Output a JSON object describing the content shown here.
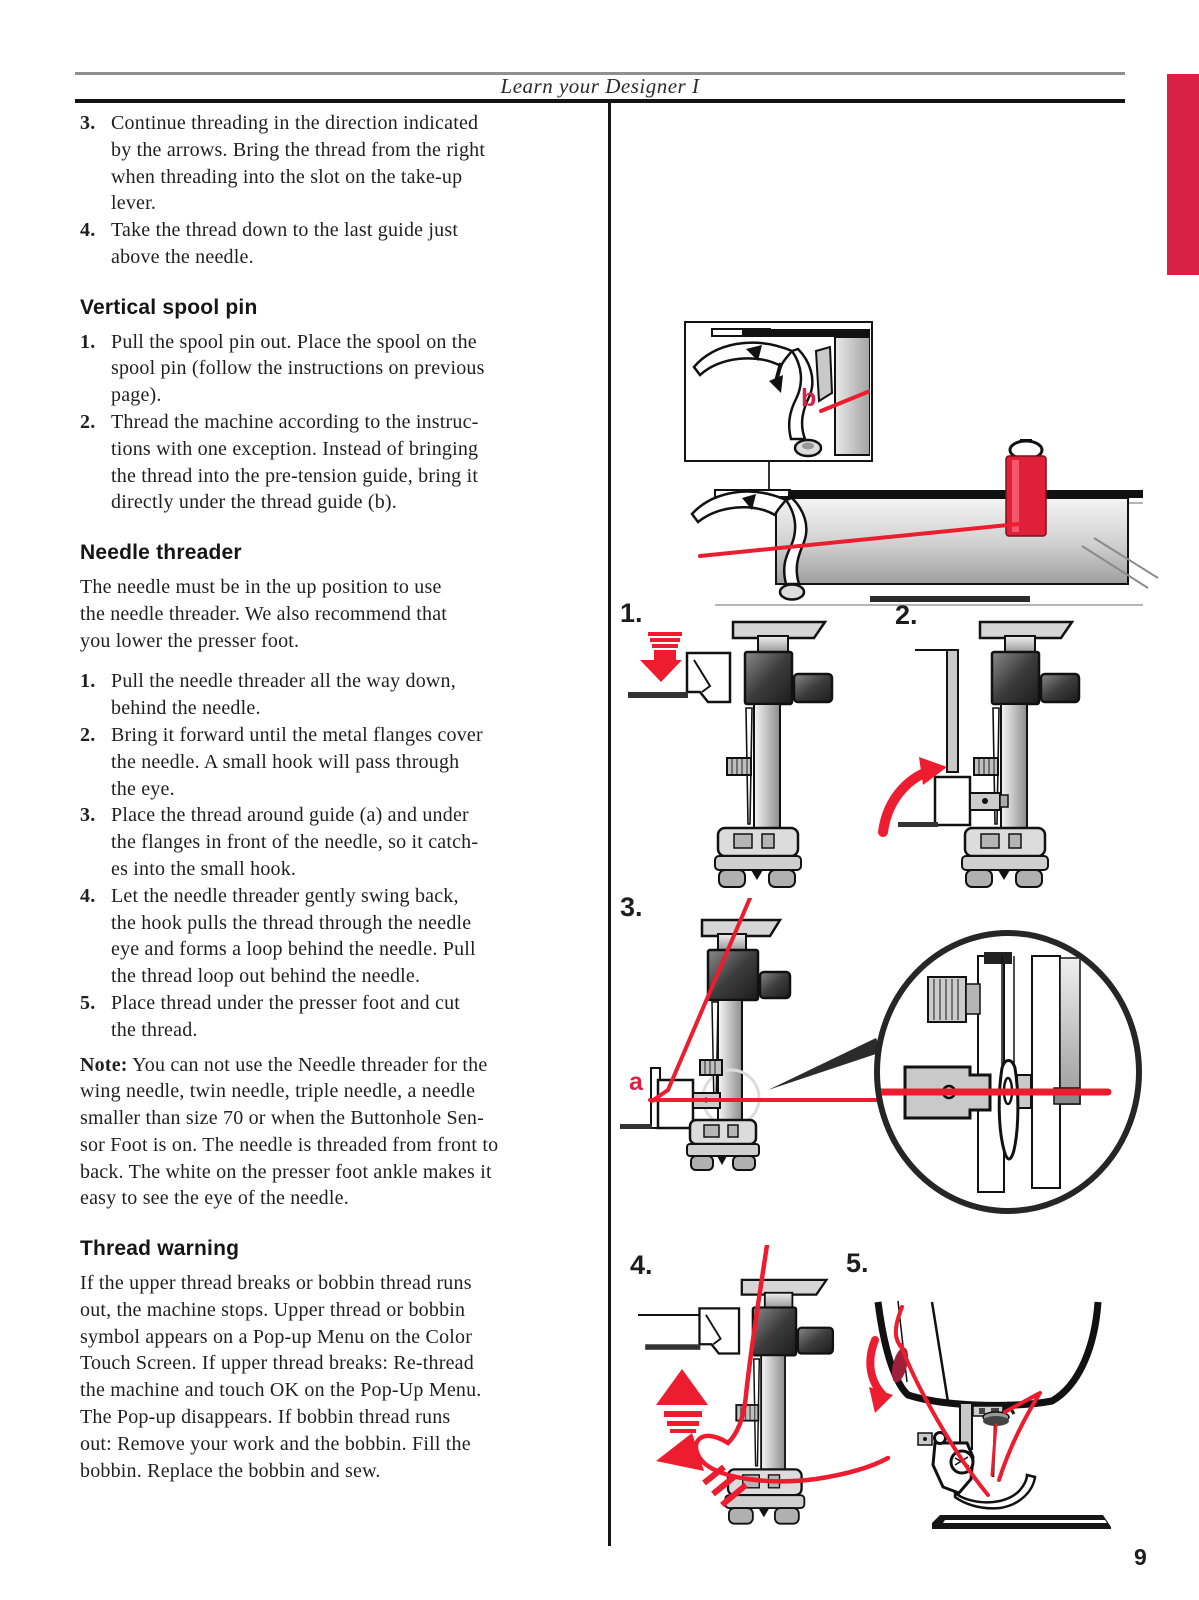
{
  "header": {
    "title": "Learn your Designer I"
  },
  "page_number": "9",
  "colors": {
    "accent_red": "#d92045",
    "thread_red": "#ed1c2e",
    "dark_red": "#a01f3a"
  },
  "intro_steps": {
    "step3": {
      "num": "3.",
      "text": [
        "Continue threading in the direction indicated",
        "by the arrows. Bring the thread from the right",
        "when threading into the slot on the take-up",
        "lever."
      ]
    },
    "step4": {
      "num": "4.",
      "text": [
        "Take the thread down to the last guide just",
        "above the needle."
      ]
    }
  },
  "vertical_spool_pin": {
    "heading": "Vertical spool pin",
    "step1": {
      "num": "1.",
      "text": [
        "Pull the spool pin out. Place the spool on the",
        "spool pin (follow the instructions on previous",
        "page)."
      ]
    },
    "step2": {
      "num": "2.",
      "text": [
        "Thread the machine according to the instruc-",
        "tions with one exception. Instead of bringing",
        "the thread into the pre-tension guide, bring it",
        "directly under the thread guide (b)."
      ]
    }
  },
  "needle_threader": {
    "heading": "Needle threader",
    "intro": [
      "The needle must be in the up position to use",
      "the needle threader. We also recommend that",
      "you lower the presser foot."
    ],
    "step1": {
      "num": "1.",
      "text": [
        "Pull the needle threader all the way down,",
        "behind the needle."
      ]
    },
    "step2": {
      "num": "2.",
      "text": [
        "Bring it forward until the metal flanges cover",
        "the needle. A small hook will pass through",
        "the eye."
      ]
    },
    "step3": {
      "num": "3.",
      "text": [
        "Place the thread around guide (a) and under",
        "the flanges in front of the needle, so it catch-",
        "es into the small hook."
      ]
    },
    "step4": {
      "num": "4.",
      "text": [
        "Let the needle threader gently swing back,",
        "the hook pulls the thread through the needle",
        "eye and forms a loop behind the needle. Pull",
        "the thread loop out behind the needle."
      ]
    },
    "step5": {
      "num": "5.",
      "text": [
        "Place thread under the presser foot and cut",
        "the thread."
      ]
    }
  },
  "note": {
    "label": "Note:",
    "text": [
      "You can not use the Needle threader for the",
      "wing needle, twin needle, triple needle, a needle",
      "smaller than size 70 or when the Buttonhole Sen-",
      "sor Foot is on. The needle is threaded from front to",
      "back. The white on the presser foot ankle makes it",
      "easy to see the eye of the needle."
    ]
  },
  "thread_warning": {
    "heading": "Thread warning",
    "text": [
      "If the upper thread breaks or bobbin thread runs",
      "out, the machine stops. Upper thread or bobbin",
      "symbol appears on a Pop-up Menu on the Color",
      "Touch Screen. If upper thread breaks: Re-thread",
      "the machine and touch OK on the Pop-Up Menu.",
      "The Pop-up disappears. If bobbin thread runs",
      "out: Remove your work and the bobbin. Fill the",
      "bobbin. Replace the bobbin and sew."
    ]
  },
  "figures": {
    "inset_detail_label": "b",
    "guide_label": "a",
    "step1_label": "1.",
    "step2_label": "2.",
    "step3_label": "3.",
    "step4_label": "4.",
    "step5_label": "5."
  }
}
